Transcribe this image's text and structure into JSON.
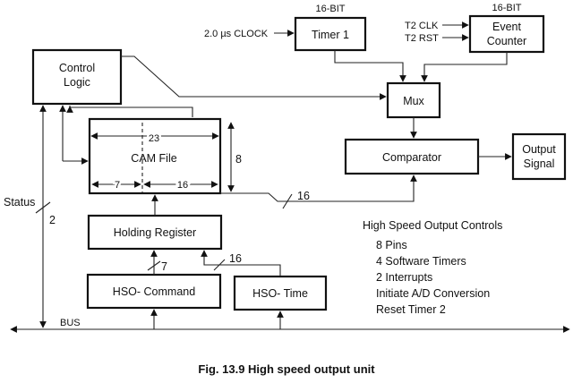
{
  "blocks": {
    "timer1": "Timer 1",
    "timer1_bits": "16-BIT",
    "clock_label": "2.0 µs CLOCK",
    "event_counter_line1": "Event",
    "event_counter_line2": "Counter",
    "event_counter_bits": "16-BIT",
    "t2clk": "T2 CLK",
    "t2rst": "T2 RST",
    "control_logic_line1": "Control",
    "control_logic_line2": "Logic",
    "mux": "Mux",
    "cam_file": "CAM File",
    "comparator": "Comparator",
    "output_line1": "Output",
    "output_line2": "Signal",
    "holding_register": "Holding Register",
    "hso_command": "HSO- Command",
    "hso_time": "HSO- Time"
  },
  "dimensions": {
    "cam_width": "23",
    "cam_height": "8",
    "cam_left": "7",
    "cam_right": "16"
  },
  "buses": {
    "status": "Status",
    "status_width": "2",
    "bus": "BUS",
    "comparator_bus": "16",
    "command_bus": "7",
    "time_bus": "16"
  },
  "controls": {
    "title": "High Speed Output Controls",
    "items": [
      "8 Pins",
      "4 Software Timers",
      "2 Interrupts",
      "Initiate A/D Conversion",
      "Reset Timer 2"
    ]
  },
  "caption": "Fig. 13.9  High speed output unit"
}
